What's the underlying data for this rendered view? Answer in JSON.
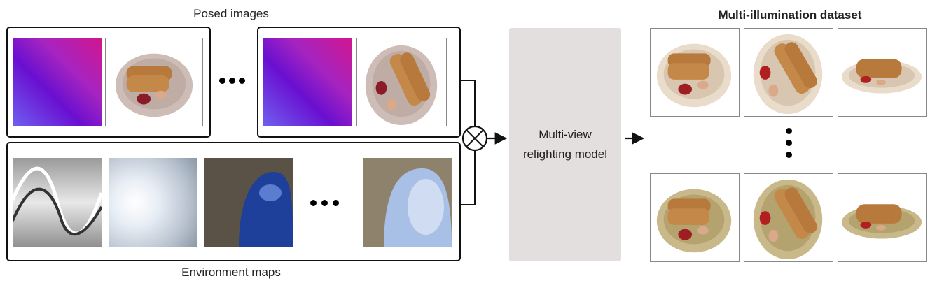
{
  "labels": {
    "posed_images": "Posed images",
    "environment_maps": "Environment maps",
    "model_line1": "Multi-view",
    "model_line2": "relighting model",
    "dataset_title": "Multi-illumination dataset"
  },
  "colors": {
    "model_box": "#e3dfdf",
    "stroke": "#111111"
  },
  "icons": {
    "combine": "circled-times-icon",
    "arrow": "arrow-right-icon",
    "ellipsis": "ellipsis-icon"
  }
}
